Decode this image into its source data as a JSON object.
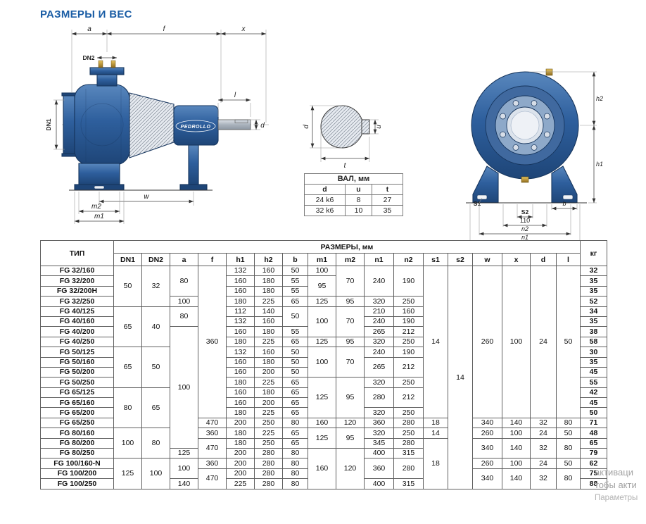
{
  "page": {
    "title": "РАЗМЕРЫ И ВЕС"
  },
  "colors": {
    "accent": "#1a5da5",
    "pump_blue": "#2e5f9d",
    "pump_dark": "#16355d",
    "brass": "#c8a23a"
  },
  "drawings": {
    "side_view": {
      "brand": "PEDROLLO",
      "labels": {
        "a": "a",
        "f": "f",
        "x": "x",
        "dn2": "DN2",
        "dn1": "DN1",
        "l": "l",
        "d": "d",
        "w": "w",
        "m2": "m2",
        "m1": "m1"
      }
    },
    "shaft_section": {
      "labels": {
        "d": "d",
        "u": "u",
        "t": "t"
      }
    },
    "front_view": {
      "labels": {
        "h2": "h2",
        "h1": "h1",
        "s1": "S1",
        "s2": "S2",
        "b": "b",
        "dim110": "110",
        "n2": "n2",
        "n1": "n1"
      }
    }
  },
  "shaft_table": {
    "title": "ВАЛ, мм",
    "columns": [
      "d",
      "u",
      "t"
    ],
    "rows": [
      [
        "24 k6",
        "8",
        "27"
      ],
      [
        "32 k6",
        "10",
        "35"
      ]
    ]
  },
  "main_table": {
    "type_header": "ТИП",
    "group_header": "РАЗМЕРЫ, мм",
    "kg_header": "кг",
    "dim_headers": [
      "DN1",
      "DN2",
      "a",
      "f",
      "h1",
      "h2",
      "b",
      "m1",
      "m2",
      "n1",
      "n2",
      "s1",
      "s2",
      "w",
      "x",
      "d",
      "l"
    ],
    "rows": [
      {
        "type": "FG 32/160",
        "kg": "32",
        "dims": [
          {
            "col": "DN1",
            "v": "50",
            "rs": 4
          },
          {
            "col": "DN2",
            "v": "32",
            "rs": 4
          },
          {
            "col": "a",
            "v": "80",
            "rs": 3
          },
          {
            "col": "f",
            "v": "360",
            "rs": 15
          },
          {
            "col": "h1",
            "v": "132"
          },
          {
            "col": "h2",
            "v": "160"
          },
          {
            "col": "b",
            "v": "50"
          },
          {
            "col": "m1",
            "v": "100"
          },
          {
            "col": "m2",
            "v": "70",
            "rs": 3
          },
          {
            "col": "n1",
            "v": "240",
            "rs": 3
          },
          {
            "col": "n2",
            "v": "190",
            "rs": 3
          },
          {
            "col": "s1",
            "v": "14",
            "rs": 15
          },
          {
            "col": "s2",
            "v": "14",
            "rs": 22
          },
          {
            "col": "w",
            "v": "260",
            "rs": 15
          },
          {
            "col": "x",
            "v": "100",
            "rs": 15
          },
          {
            "col": "d",
            "v": "24",
            "rs": 15
          },
          {
            "col": "l",
            "v": "50",
            "rs": 15
          }
        ]
      },
      {
        "type": "FG 32/200",
        "kg": "35",
        "dims": [
          {
            "col": "h1",
            "v": "160"
          },
          {
            "col": "h2",
            "v": "180"
          },
          {
            "col": "b",
            "v": "55"
          },
          {
            "col": "m1",
            "v": "95",
            "rs": 2
          }
        ]
      },
      {
        "type": "FG 32/200H",
        "kg": "35",
        "dims": [
          {
            "col": "h1",
            "v": "160"
          },
          {
            "col": "h2",
            "v": "180"
          },
          {
            "col": "b",
            "v": "55"
          }
        ]
      },
      {
        "type": "FG 32/250",
        "kg": "52",
        "dims": [
          {
            "col": "a",
            "v": "100"
          },
          {
            "col": "h1",
            "v": "180"
          },
          {
            "col": "h2",
            "v": "225"
          },
          {
            "col": "b",
            "v": "65"
          },
          {
            "col": "m1",
            "v": "125"
          },
          {
            "col": "m2",
            "v": "95"
          },
          {
            "col": "n1",
            "v": "320"
          },
          {
            "col": "n2",
            "v": "250"
          }
        ]
      },
      {
        "type": "FG 40/125",
        "kg": "34",
        "dims": [
          {
            "col": "DN1",
            "v": "65",
            "rs": 4
          },
          {
            "col": "DN2",
            "v": "40",
            "rs": 4
          },
          {
            "col": "a",
            "v": "80",
            "rs": 2
          },
          {
            "col": "h1",
            "v": "112"
          },
          {
            "col": "h2",
            "v": "140"
          },
          {
            "col": "b",
            "v": "50",
            "rs": 2
          },
          {
            "col": "m1",
            "v": "100",
            "rs": 3
          },
          {
            "col": "m2",
            "v": "70",
            "rs": 3
          },
          {
            "col": "n1",
            "v": "210"
          },
          {
            "col": "n2",
            "v": "160"
          }
        ]
      },
      {
        "type": "FG 40/160",
        "kg": "35",
        "dims": [
          {
            "col": "h1",
            "v": "132"
          },
          {
            "col": "h2",
            "v": "160"
          },
          {
            "col": "n1",
            "v": "240"
          },
          {
            "col": "n2",
            "v": "190"
          }
        ]
      },
      {
        "type": "FG 40/200",
        "kg": "38",
        "dims": [
          {
            "col": "a",
            "v": "100",
            "rs": 12
          },
          {
            "col": "h1",
            "v": "160"
          },
          {
            "col": "h2",
            "v": "180"
          },
          {
            "col": "b",
            "v": "55"
          },
          {
            "col": "n1",
            "v": "265"
          },
          {
            "col": "n2",
            "v": "212"
          }
        ]
      },
      {
        "type": "FG 40/250",
        "kg": "58",
        "dims": [
          {
            "col": "h1",
            "v": "180"
          },
          {
            "col": "h2",
            "v": "225"
          },
          {
            "col": "b",
            "v": "65"
          },
          {
            "col": "m1",
            "v": "125"
          },
          {
            "col": "m2",
            "v": "95"
          },
          {
            "col": "n1",
            "v": "320"
          },
          {
            "col": "n2",
            "v": "250"
          }
        ]
      },
      {
        "type": "FG 50/125",
        "kg": "30",
        "dims": [
          {
            "col": "DN1",
            "v": "65",
            "rs": 4
          },
          {
            "col": "DN2",
            "v": "50",
            "rs": 4
          },
          {
            "col": "h1",
            "v": "132"
          },
          {
            "col": "h2",
            "v": "160"
          },
          {
            "col": "b",
            "v": "50"
          },
          {
            "col": "m1",
            "v": "100",
            "rs": 3
          },
          {
            "col": "m2",
            "v": "70",
            "rs": 3
          },
          {
            "col": "n1",
            "v": "240"
          },
          {
            "col": "n2",
            "v": "190"
          }
        ]
      },
      {
        "type": "FG 50/160",
        "kg": "35",
        "dims": [
          {
            "col": "h1",
            "v": "160"
          },
          {
            "col": "h2",
            "v": "180"
          },
          {
            "col": "b",
            "v": "50"
          },
          {
            "col": "n1",
            "v": "265",
            "rs": 2
          },
          {
            "col": "n2",
            "v": "212",
            "rs": 2
          }
        ]
      },
      {
        "type": "FG 50/200",
        "kg": "45",
        "dims": [
          {
            "col": "h1",
            "v": "160"
          },
          {
            "col": "h2",
            "v": "200"
          },
          {
            "col": "b",
            "v": "50"
          }
        ]
      },
      {
        "type": "FG 50/250",
        "kg": "55",
        "dims": [
          {
            "col": "h1",
            "v": "180"
          },
          {
            "col": "h2",
            "v": "225"
          },
          {
            "col": "b",
            "v": "65"
          },
          {
            "col": "m1",
            "v": "125",
            "rs": 4
          },
          {
            "col": "m2",
            "v": "95",
            "rs": 4
          },
          {
            "col": "n1",
            "v": "320"
          },
          {
            "col": "n2",
            "v": "250"
          }
        ]
      },
      {
        "type": "FG 65/125",
        "kg": "42",
        "dims": [
          {
            "col": "DN1",
            "v": "80",
            "rs": 4
          },
          {
            "col": "DN2",
            "v": "65",
            "rs": 4
          },
          {
            "col": "h1",
            "v": "160"
          },
          {
            "col": "h2",
            "v": "180"
          },
          {
            "col": "b",
            "v": "65"
          },
          {
            "col": "n1",
            "v": "280",
            "rs": 2
          },
          {
            "col": "n2",
            "v": "212",
            "rs": 2
          }
        ]
      },
      {
        "type": "FG 65/160",
        "kg": "45",
        "dims": [
          {
            "col": "h1",
            "v": "160"
          },
          {
            "col": "h2",
            "v": "200"
          },
          {
            "col": "b",
            "v": "65"
          }
        ]
      },
      {
        "type": "FG 65/200",
        "kg": "50",
        "dims": [
          {
            "col": "h1",
            "v": "180"
          },
          {
            "col": "h2",
            "v": "225"
          },
          {
            "col": "b",
            "v": "65"
          },
          {
            "col": "n1",
            "v": "320"
          },
          {
            "col": "n2",
            "v": "250"
          }
        ]
      },
      {
        "type": "FG 65/250",
        "kg": "71",
        "dims": [
          {
            "col": "f",
            "v": "470"
          },
          {
            "col": "h1",
            "v": "200"
          },
          {
            "col": "h2",
            "v": "250"
          },
          {
            "col": "b",
            "v": "80"
          },
          {
            "col": "m1",
            "v": "160"
          },
          {
            "col": "m2",
            "v": "120"
          },
          {
            "col": "n1",
            "v": "360"
          },
          {
            "col": "n2",
            "v": "280"
          },
          {
            "col": "s1",
            "v": "18"
          },
          {
            "col": "w",
            "v": "340"
          },
          {
            "col": "x",
            "v": "140"
          },
          {
            "col": "d",
            "v": "32"
          },
          {
            "col": "l",
            "v": "80"
          }
        ]
      },
      {
        "type": "FG 80/160",
        "kg": "48",
        "dims": [
          {
            "col": "DN1",
            "v": "100",
            "rs": 3
          },
          {
            "col": "DN2",
            "v": "80",
            "rs": 3
          },
          {
            "col": "f",
            "v": "360"
          },
          {
            "col": "h1",
            "v": "180"
          },
          {
            "col": "h2",
            "v": "225"
          },
          {
            "col": "b",
            "v": "65"
          },
          {
            "col": "m1",
            "v": "125",
            "rs": 2
          },
          {
            "col": "m2",
            "v": "95",
            "rs": 2
          },
          {
            "col": "n1",
            "v": "320"
          },
          {
            "col": "n2",
            "v": "250"
          },
          {
            "col": "s1",
            "v": "14"
          },
          {
            "col": "w",
            "v": "260"
          },
          {
            "col": "x",
            "v": "100"
          },
          {
            "col": "d",
            "v": "24"
          },
          {
            "col": "l",
            "v": "50"
          }
        ]
      },
      {
        "type": "FG 80/200",
        "kg": "65",
        "dims": [
          {
            "col": "f",
            "v": "470",
            "rs": 2
          },
          {
            "col": "h1",
            "v": "180"
          },
          {
            "col": "h2",
            "v": "250"
          },
          {
            "col": "b",
            "v": "65"
          },
          {
            "col": "n1",
            "v": "345"
          },
          {
            "col": "n2",
            "v": "280"
          },
          {
            "col": "s1",
            "v": "18",
            "rs": 5
          },
          {
            "col": "w",
            "v": "340",
            "rs": 2
          },
          {
            "col": "x",
            "v": "140",
            "rs": 2
          },
          {
            "col": "d",
            "v": "32",
            "rs": 2
          },
          {
            "col": "l",
            "v": "80",
            "rs": 2
          }
        ]
      },
      {
        "type": "FG 80/250",
        "kg": "79",
        "dims": [
          {
            "col": "a",
            "v": "125"
          },
          {
            "col": "h1",
            "v": "200"
          },
          {
            "col": "h2",
            "v": "280"
          },
          {
            "col": "b",
            "v": "80"
          },
          {
            "col": "m1",
            "v": "160",
            "rs": 4
          },
          {
            "col": "m2",
            "v": "120",
            "rs": 4
          },
          {
            "col": "n1",
            "v": "400"
          },
          {
            "col": "n2",
            "v": "315"
          }
        ]
      },
      {
        "type": "FG 100/160-N",
        "kg": "62",
        "dims": [
          {
            "col": "DN1",
            "v": "125",
            "rs": 3
          },
          {
            "col": "DN2",
            "v": "100",
            "rs": 3
          },
          {
            "col": "a",
            "v": "100",
            "rs": 2
          },
          {
            "col": "f",
            "v": "360"
          },
          {
            "col": "h1",
            "v": "200"
          },
          {
            "col": "h2",
            "v": "280"
          },
          {
            "col": "b",
            "v": "80"
          },
          {
            "col": "n1",
            "v": "360",
            "rs": 2
          },
          {
            "col": "n2",
            "v": "280",
            "rs": 2
          },
          {
            "col": "w",
            "v": "260"
          },
          {
            "col": "x",
            "v": "100"
          },
          {
            "col": "d",
            "v": "24"
          },
          {
            "col": "l",
            "v": "50"
          }
        ]
      },
      {
        "type": "FG 100/200",
        "kg": "75",
        "dims": [
          {
            "col": "f",
            "v": "470",
            "rs": 2
          },
          {
            "col": "h1",
            "v": "200"
          },
          {
            "col": "h2",
            "v": "280"
          },
          {
            "col": "b",
            "v": "80"
          },
          {
            "col": "w",
            "v": "340",
            "rs": 2
          },
          {
            "col": "x",
            "v": "140",
            "rs": 2
          },
          {
            "col": "d",
            "v": "32",
            "rs": 2
          },
          {
            "col": "l",
            "v": "80",
            "rs": 2
          }
        ]
      },
      {
        "type": "FG 100/250",
        "kg": "88",
        "dims": [
          {
            "col": "a",
            "v": "140"
          },
          {
            "col": "h1",
            "v": "225"
          },
          {
            "col": "h2",
            "v": "280"
          },
          {
            "col": "b",
            "v": "80"
          },
          {
            "col": "n1",
            "v": "400"
          },
          {
            "col": "n2",
            "v": "315"
          }
        ]
      }
    ]
  },
  "watermark": {
    "lines": [
      "активаци",
      "тобы акти",
      "Параметры"
    ]
  }
}
